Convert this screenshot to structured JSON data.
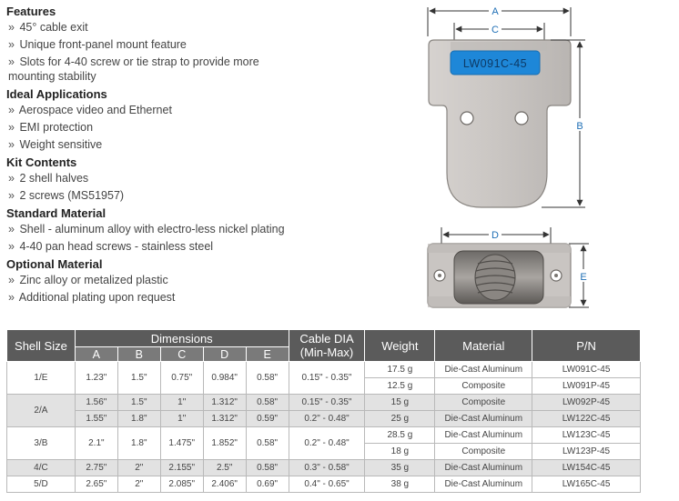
{
  "sections": [
    {
      "heading": "Features",
      "items": [
        "45° cable exit",
        "Unique front-panel mount feature",
        "Slots for 4-40 screw or tie strap to provide more mounting stability"
      ]
    },
    {
      "heading": "Ideal Applications",
      "items": [
        "Aerospace video and Ethernet",
        "EMI protection",
        "Weight sensitive"
      ]
    },
    {
      "heading": "Kit Contents",
      "items": [
        "2 shell halves",
        "2 screws (MS51957)"
      ]
    },
    {
      "heading": "Standard Material",
      "items": [
        "Shell - aluminum alloy with electro-less nickel plating",
        "4-40 pan head screws - stainless steel"
      ]
    },
    {
      "heading": "Optional Material",
      "items": [
        "Zinc alloy or metalized plastic",
        "Additional plating upon request"
      ]
    }
  ],
  "bullet": "»",
  "drawing": {
    "dim_a": "A",
    "dim_b": "B",
    "dim_c": "C",
    "dim_d": "D",
    "dim_e": "E",
    "part_label": "LW091C-45",
    "colors": {
      "shell": "#c8c4c1",
      "shell_edge": "#8a8682",
      "label_blue": "#1e87d8",
      "dim_line": "#333333",
      "dim_text": "#1f6fb5"
    }
  },
  "table": {
    "headers": {
      "shell_size": "Shell Size",
      "dimensions": "Dimensions",
      "cable_line1": "Cable DIA",
      "cable_line2": "(Min-Max)",
      "weight": "Weight",
      "material": "Material",
      "pn": "P/N",
      "dims": [
        "A",
        "B",
        "C",
        "D",
        "E"
      ]
    },
    "groups": [
      {
        "shell": "1/E",
        "rows": [
          {
            "A": "1.23\"",
            "B": "1.5\"",
            "C": "0.75\"",
            "D": "0.984\"",
            "E": "0.58\"",
            "cable": "0.15\" - 0.35\"",
            "weight": "17.5 g",
            "material": "Die-Cast Aluminum",
            "pn": "LW091C-45"
          },
          {
            "weight": "12.5 g",
            "material": "Composite",
            "pn": "LW091P-45"
          }
        ]
      },
      {
        "shell": "2/A",
        "rows": [
          {
            "A": "1.56\"",
            "B": "1.5\"",
            "C": "1\"",
            "D": "1.312\"",
            "E": "0.58\"",
            "cable": "0.15\" - 0.35\"",
            "weight": "15 g",
            "material": "Composite",
            "pn": "LW092P-45"
          },
          {
            "A": "1.55\"",
            "B": "1.8\"",
            "C": "1\"",
            "D": "1.312\"",
            "E": "0.59\"",
            "cable": "0.2\" - 0.48\"",
            "weight": "25 g",
            "material": "Die-Cast Aluminum",
            "pn": "LW122C-45"
          }
        ]
      },
      {
        "shell": "3/B",
        "rows": [
          {
            "A": "2.1\"",
            "B": "1.8\"",
            "C": "1.475\"",
            "D": "1.852\"",
            "E": "0.58\"",
            "cable": "0.2\" - 0.48\"",
            "weight": "28.5 g",
            "material": "Die-Cast Aluminum",
            "pn": "LW123C-45"
          },
          {
            "weight": "18 g",
            "material": "Composite",
            "pn": "LW123P-45"
          }
        ]
      },
      {
        "shell": "4/C",
        "rows": [
          {
            "A": "2.75\"",
            "B": "2\"",
            "C": "2.155\"",
            "D": "2.5\"",
            "E": "0.58\"",
            "cable": "0.3\" - 0.58\"",
            "weight": "35 g",
            "material": "Die-Cast Aluminum",
            "pn": "LW154C-45"
          }
        ]
      },
      {
        "shell": "5/D",
        "rows": [
          {
            "A": "2.65\"",
            "B": "2\"",
            "C": "2.085\"",
            "D": "2.406\"",
            "E": "0.69\"",
            "cable": "0.4\" - 0.65\"",
            "weight": "38 g",
            "material": "Die-Cast Aluminum",
            "pn": "LW165C-45"
          }
        ]
      }
    ]
  }
}
